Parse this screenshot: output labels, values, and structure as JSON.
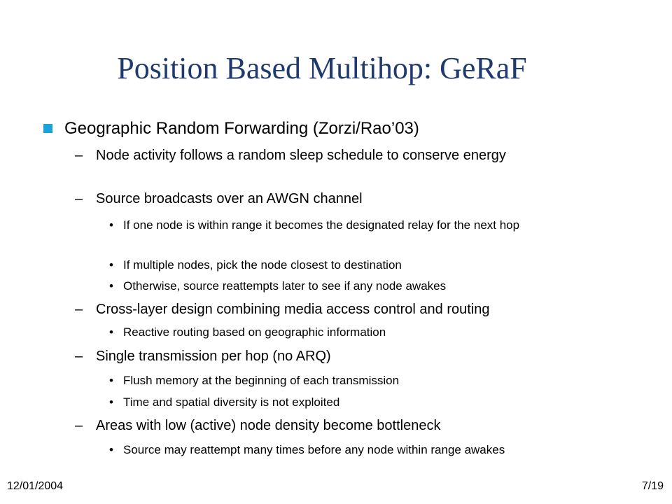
{
  "slide": {
    "title": "Position Based Multihop: GeRaF",
    "items": [
      {
        "level": 1,
        "text": "Geographic Random Forwarding  (Zorzi/Rao’03)"
      },
      {
        "level": 2,
        "text": " Node activity follows a random sleep schedule to conserve energy"
      },
      {
        "level": 2,
        "text": "Source broadcasts over an AWGN channel"
      },
      {
        "level": 3,
        "text": "If one node is within range it becomes the designated relay for the next hop"
      },
      {
        "level": 3,
        "text": "If multiple nodes, pick the node closest to destination"
      },
      {
        "level": 3,
        "text": "Otherwise, source reattempts later to see if any node awakes"
      },
      {
        "level": 2,
        "text": "Cross-layer design combining media access control and routing"
      },
      {
        "level": 3,
        "text": "Reactive routing based on geographic information"
      },
      {
        "level": 2,
        "text": "Single transmission per hop (no ARQ)"
      },
      {
        "level": 3,
        "text": "Flush memory at the beginning of each transmission"
      },
      {
        "level": 3,
        "text": "Time and spatial diversity is not exploited"
      },
      {
        "level": 2,
        "text": "Areas with low (active) node density become bottleneck"
      },
      {
        "level": 3,
        "text": "Source may reattempt many times before any node within range awakes"
      }
    ],
    "footer_date": "12/01/2004",
    "footer_page": "7/19",
    "dash_glyph": "–",
    "dot_glyph": "•"
  },
  "colors": {
    "title": "#1f3a6e",
    "bullet": "#1aa3d9",
    "background": "#ffffff"
  }
}
